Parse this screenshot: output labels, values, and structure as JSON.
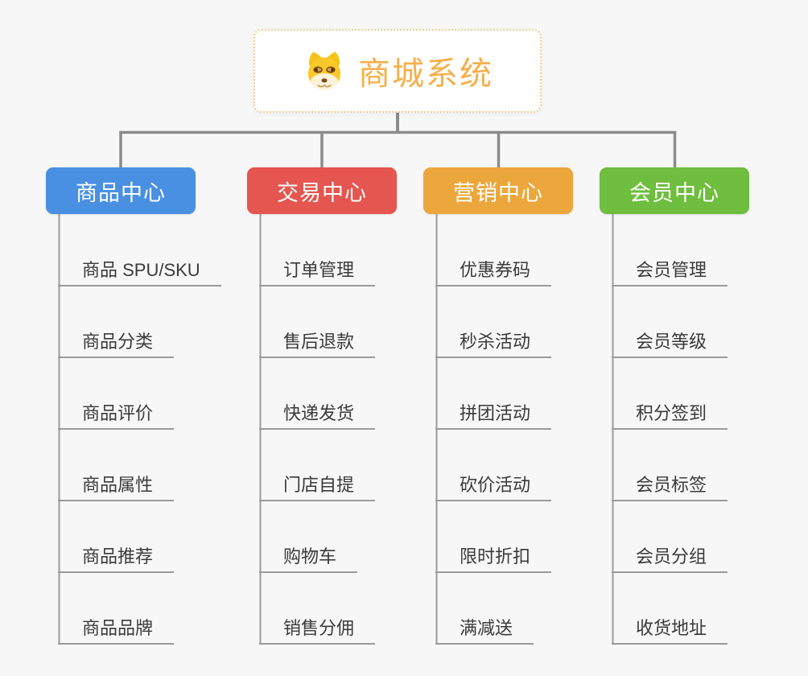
{
  "root": {
    "title": "商城系统",
    "icon": "shiba-dog-icon",
    "title_color": "#F6AF49",
    "border_color": "#F3CC8E"
  },
  "colors": {
    "background": "#F7F7F7",
    "connector": "#8B8B8B",
    "leaf_line": "#9B9B9B",
    "leaf_text": "#3A3A3A"
  },
  "branches": [
    {
      "label": "商品中心",
      "color": "#4A90E2",
      "items": [
        "商品 SPU/SKU",
        "商品分类",
        "商品评价",
        "商品属性",
        "商品推荐",
        "商品品牌"
      ]
    },
    {
      "label": "交易中心",
      "color": "#E4564F",
      "items": [
        "订单管理",
        "售后退款",
        "快递发货",
        "门店自提",
        "购物车",
        "销售分佣"
      ]
    },
    {
      "label": "营销中心",
      "color": "#ECA73C",
      "items": [
        "优惠券码",
        "秒杀活动",
        "拼团活动",
        "砍价活动",
        "限时折扣",
        "满减送"
      ]
    },
    {
      "label": "会员中心",
      "color": "#6FBE3F",
      "items": [
        "会员管理",
        "会员等级",
        "积分签到",
        "会员标签",
        "会员分组",
        "收货地址"
      ]
    }
  ]
}
